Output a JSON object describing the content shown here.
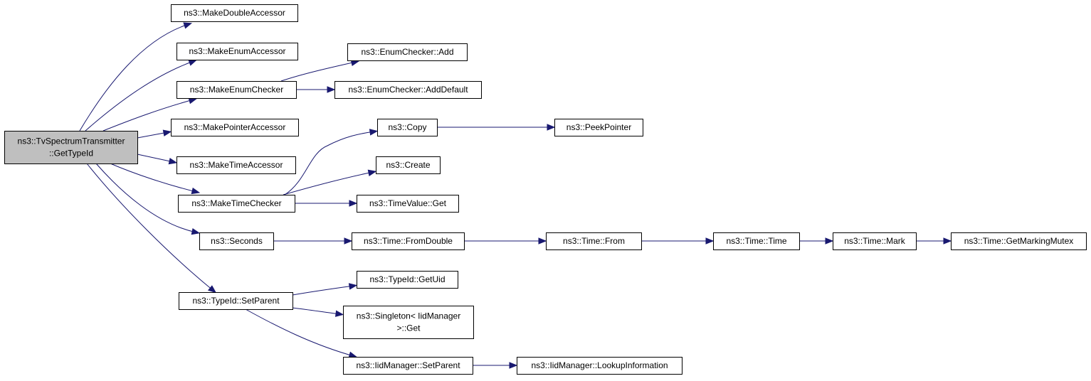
{
  "diagram": {
    "type": "call-graph",
    "colors": {
      "edge": "#191970",
      "root_fill": "#bfbfbf",
      "node_fill": "#ffffff",
      "border": "#000000"
    },
    "nodes": [
      {
        "id": "root",
        "lines": [
          "ns3::TvSpectrumTransmitter",
          "::GetTypeId"
        ],
        "root": true
      },
      {
        "id": "mkdbl",
        "lines": [
          "ns3::MakeDoubleAccessor"
        ]
      },
      {
        "id": "mkenumacc",
        "lines": [
          "ns3::MakeEnumAccessor"
        ]
      },
      {
        "id": "mkenumchk",
        "lines": [
          "ns3::MakeEnumChecker"
        ]
      },
      {
        "id": "mkptr",
        "lines": [
          "ns3::MakePointerAccessor"
        ]
      },
      {
        "id": "mktimeacc",
        "lines": [
          "ns3::MakeTimeAccessor"
        ]
      },
      {
        "id": "mktimechk",
        "lines": [
          "ns3::MakeTimeChecker"
        ]
      },
      {
        "id": "seconds",
        "lines": [
          "ns3::Seconds"
        ]
      },
      {
        "id": "setparent",
        "lines": [
          "ns3::TypeId::SetParent"
        ]
      },
      {
        "id": "enumadd",
        "lines": [
          "ns3::EnumChecker::Add"
        ]
      },
      {
        "id": "enumadddef",
        "lines": [
          "ns3::EnumChecker::AddDefault"
        ]
      },
      {
        "id": "copy",
        "lines": [
          "ns3::Copy"
        ]
      },
      {
        "id": "create",
        "lines": [
          "ns3::Create"
        ]
      },
      {
        "id": "tvget",
        "lines": [
          "ns3::TimeValue::Get"
        ]
      },
      {
        "id": "fromdbl",
        "lines": [
          "ns3::Time::FromDouble"
        ]
      },
      {
        "id": "getuid",
        "lines": [
          "ns3::TypeId::GetUid"
        ]
      },
      {
        "id": "singleton",
        "lines": [
          "ns3::Singleton< IidManager",
          ">::Get"
        ]
      },
      {
        "id": "iidset",
        "lines": [
          "ns3::IidManager::SetParent"
        ]
      },
      {
        "id": "peek",
        "lines": [
          "ns3::PeekPointer"
        ]
      },
      {
        "id": "timefrom",
        "lines": [
          "ns3::Time::From"
        ]
      },
      {
        "id": "timetime",
        "lines": [
          "ns3::Time::Time"
        ]
      },
      {
        "id": "timemark",
        "lines": [
          "ns3::Time::Mark"
        ]
      },
      {
        "id": "mutex",
        "lines": [
          "ns3::Time::GetMarkingMutex"
        ]
      },
      {
        "id": "lookup",
        "lines": [
          "ns3::IidManager::LookupInformation"
        ]
      }
    ],
    "edges": [
      [
        "root",
        "mkdbl"
      ],
      [
        "root",
        "mkenumacc"
      ],
      [
        "root",
        "mkenumchk"
      ],
      [
        "root",
        "mkptr"
      ],
      [
        "root",
        "mktimeacc"
      ],
      [
        "root",
        "mktimechk"
      ],
      [
        "root",
        "seconds"
      ],
      [
        "root",
        "setparent"
      ],
      [
        "mkenumchk",
        "enumadd"
      ],
      [
        "mkenumchk",
        "enumadddef"
      ],
      [
        "mktimechk",
        "copy"
      ],
      [
        "mktimechk",
        "create"
      ],
      [
        "mktimechk",
        "tvget"
      ],
      [
        "copy",
        "peek"
      ],
      [
        "seconds",
        "fromdbl"
      ],
      [
        "fromdbl",
        "timefrom"
      ],
      [
        "timefrom",
        "timetime"
      ],
      [
        "timetime",
        "timemark"
      ],
      [
        "timemark",
        "mutex"
      ],
      [
        "setparent",
        "getuid"
      ],
      [
        "setparent",
        "singleton"
      ],
      [
        "setparent",
        "iidset"
      ],
      [
        "iidset",
        "lookup"
      ]
    ]
  }
}
